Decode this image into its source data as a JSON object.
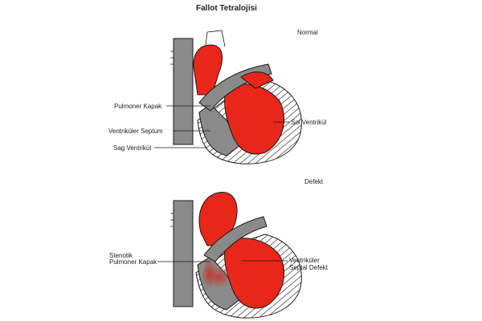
{
  "title": "Fallot Tetralojisi",
  "panels": [
    {
      "heading": "Normal",
      "labels": {
        "pulmonary_valve": "Pulmoner Kapak",
        "ventricular_septum": "Ventriküler Septum",
        "right_ventricle": "Sag Ventrikül",
        "left_ventricle": "Sol Ventrikül"
      }
    },
    {
      "heading": "Defekt",
      "labels": {
        "stenotic_valve_line1": "Stenotik",
        "stenotic_valve_line2": "Pulmoner Kapak",
        "septal_defect_line1": "Ventriküler",
        "septal_defect_line2": "Septal Defekt"
      }
    }
  ],
  "colors": {
    "oxygenated": "#e8271a",
    "deoxygenated": "#8a8a8a",
    "outline": "#1a1a1a",
    "muscle": "#ffffff"
  }
}
